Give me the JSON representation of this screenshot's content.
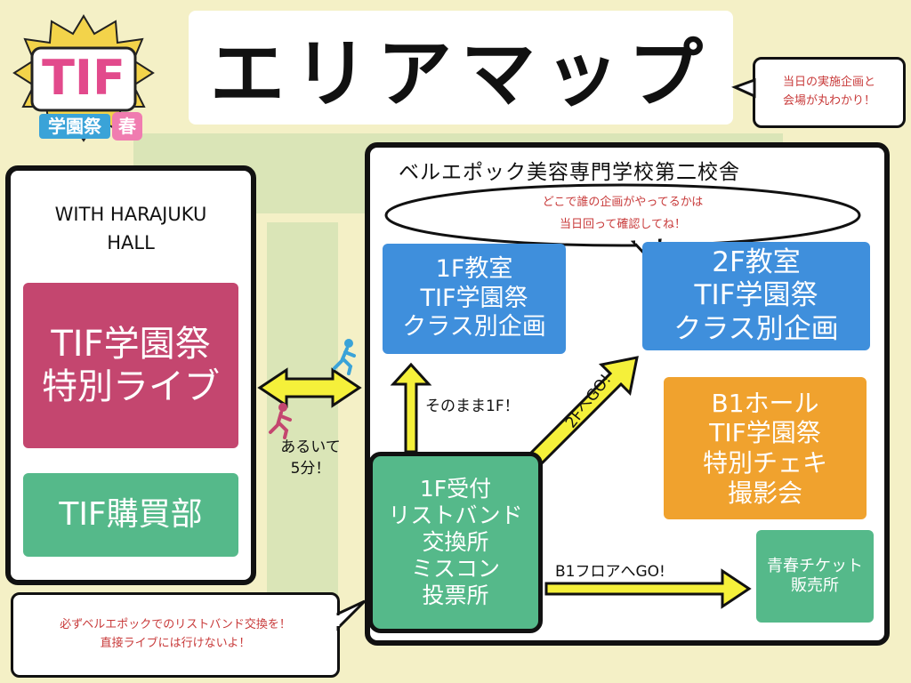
{
  "logo": {
    "main": "TIF",
    "sub": "学園祭",
    "badge": "春"
  },
  "title": "エリアマップ",
  "title_note": [
    "当日の実施企画と",
    "会場が丸わかり！"
  ],
  "harajuku": {
    "heading": [
      "WITH HARAJUKU",
      "HALL"
    ],
    "live": [
      "TIF学園祭",
      "特別ライブ"
    ],
    "shop": "TIF購買部"
  },
  "walk_note": [
    "あるいて",
    "5分！"
  ],
  "school": {
    "heading": "ベルエポック美容専門学校第二校舎",
    "bubble": [
      "どこで誰の企画がやってるかは",
      "当日回って確認してね！"
    ],
    "room_1f": [
      "1F教室",
      "TIF学園祭",
      "クラス別企画"
    ],
    "room_2f": [
      "2F教室",
      "TIF学園祭",
      "クラス別企画"
    ],
    "b1_hall": [
      "B1ホール",
      "TIF学園祭",
      "特別チェキ",
      "撮影会"
    ],
    "reception": [
      "1F受付",
      "リストバンド",
      "交換所",
      "ミスコン",
      "投票所"
    ],
    "ticket": [
      "青春チケット",
      "販売所"
    ],
    "to_1f": "そのまま1F！",
    "to_2f": "2FへGO!",
    "to_b1": "B1フロアへGO!"
  },
  "bottom_note": [
    "必ずベルエポックでのリストバンド交換を！",
    "直接ライブには行けないよ！"
  ],
  "colors": {
    "blue": "#3f8fdc",
    "orange": "#f0a22e",
    "green": "#55b98a",
    "pink": "#c4466f",
    "arrow_yellow": "#f5f03a",
    "note_red": "#c83a3a"
  }
}
